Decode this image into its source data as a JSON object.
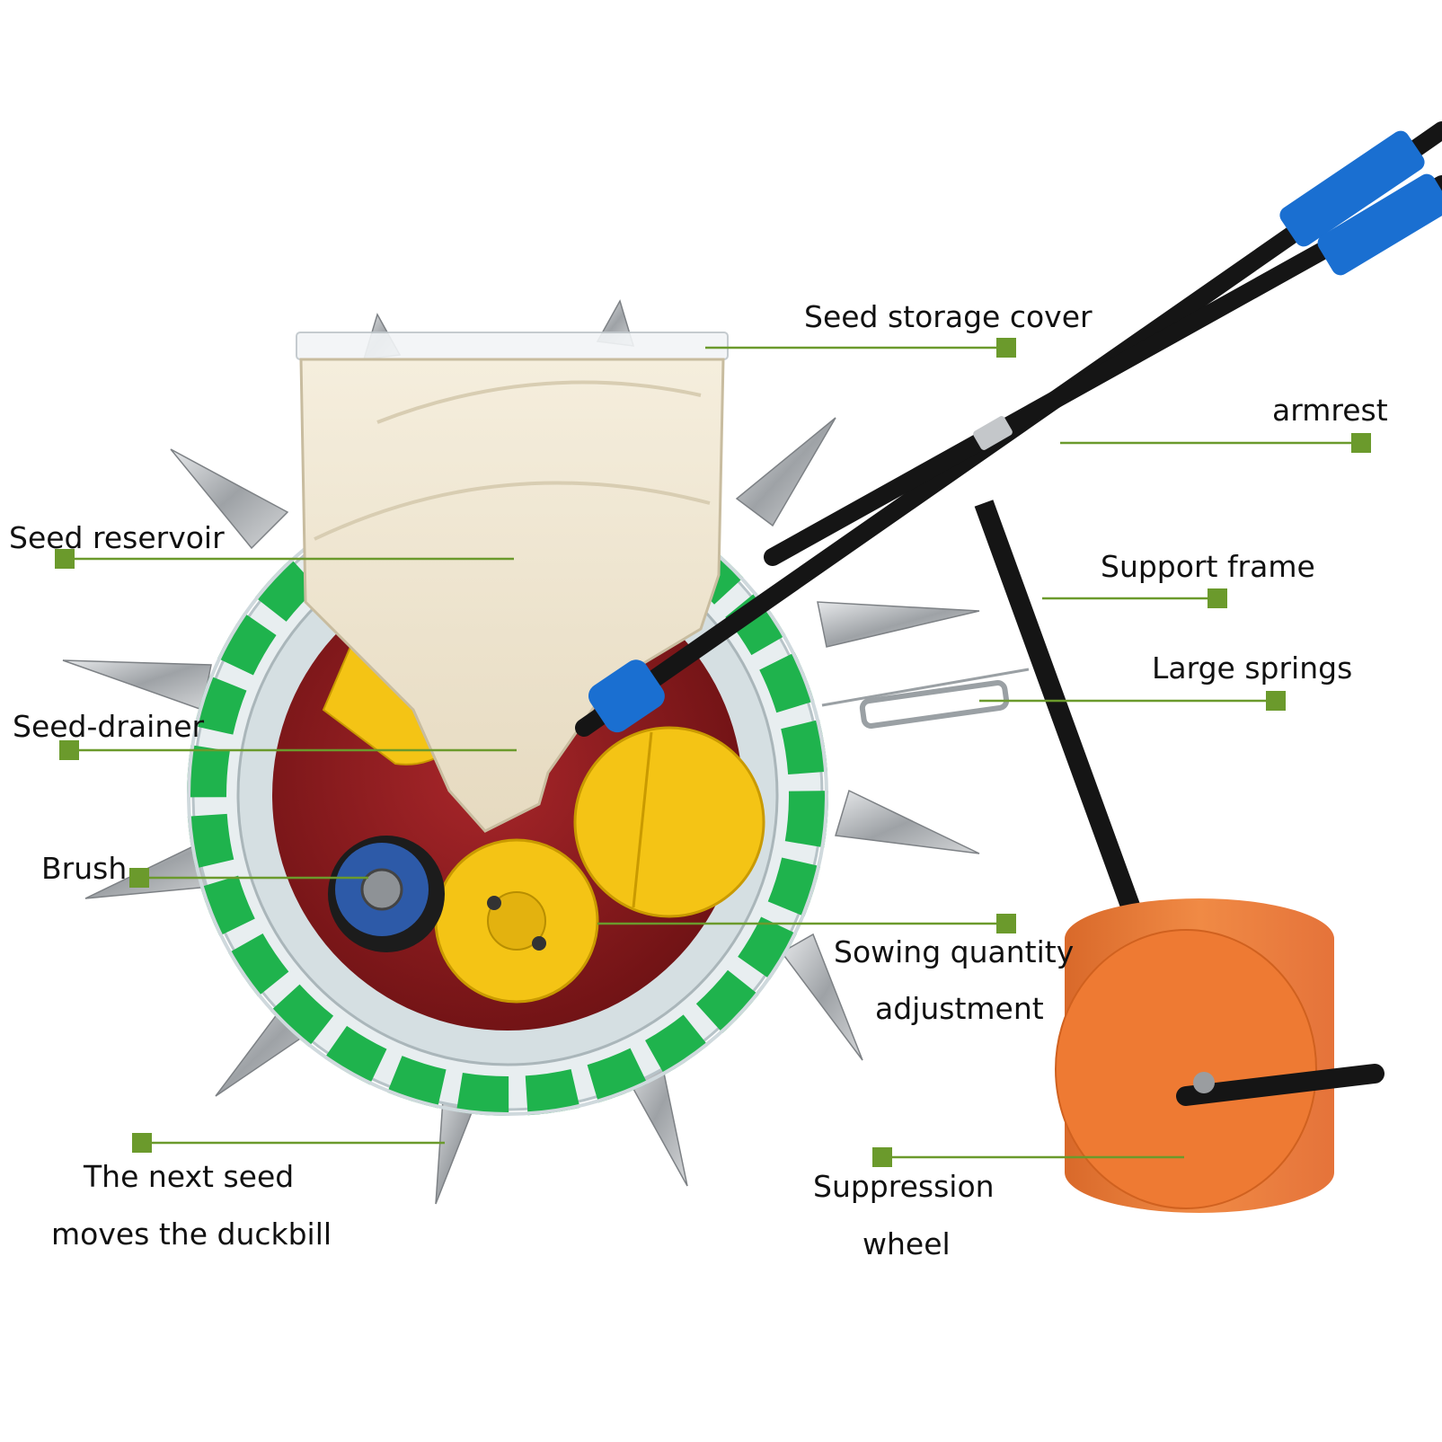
{
  "colors": {
    "accent": "#6b9a2c",
    "hopper": "#ede3cd",
    "ring_green": "#1fb34d",
    "disc_red": "#8e1a1c",
    "disc_yellow": "#f4c415",
    "roller_orange": "#ee7a33",
    "handle_blue": "#1a6fd1",
    "metal": "#b9bcbf"
  },
  "labels": {
    "seed_storage_cover": "Seed storage cover",
    "armrest": "armrest",
    "seed_reservoir": "Seed reservoir",
    "support_frame": "Support frame",
    "large_springs": "Large springs",
    "seed_drainer": "Seed-drainer",
    "brush": "Brush",
    "sowing_line1": "Sowing quantity",
    "sowing_line2": "adjustment",
    "next_seed_line1": "The next seed",
    "next_seed_line2": "moves the duckbill",
    "suppression_line1": "Suppression",
    "suppression_line2": "wheel"
  }
}
